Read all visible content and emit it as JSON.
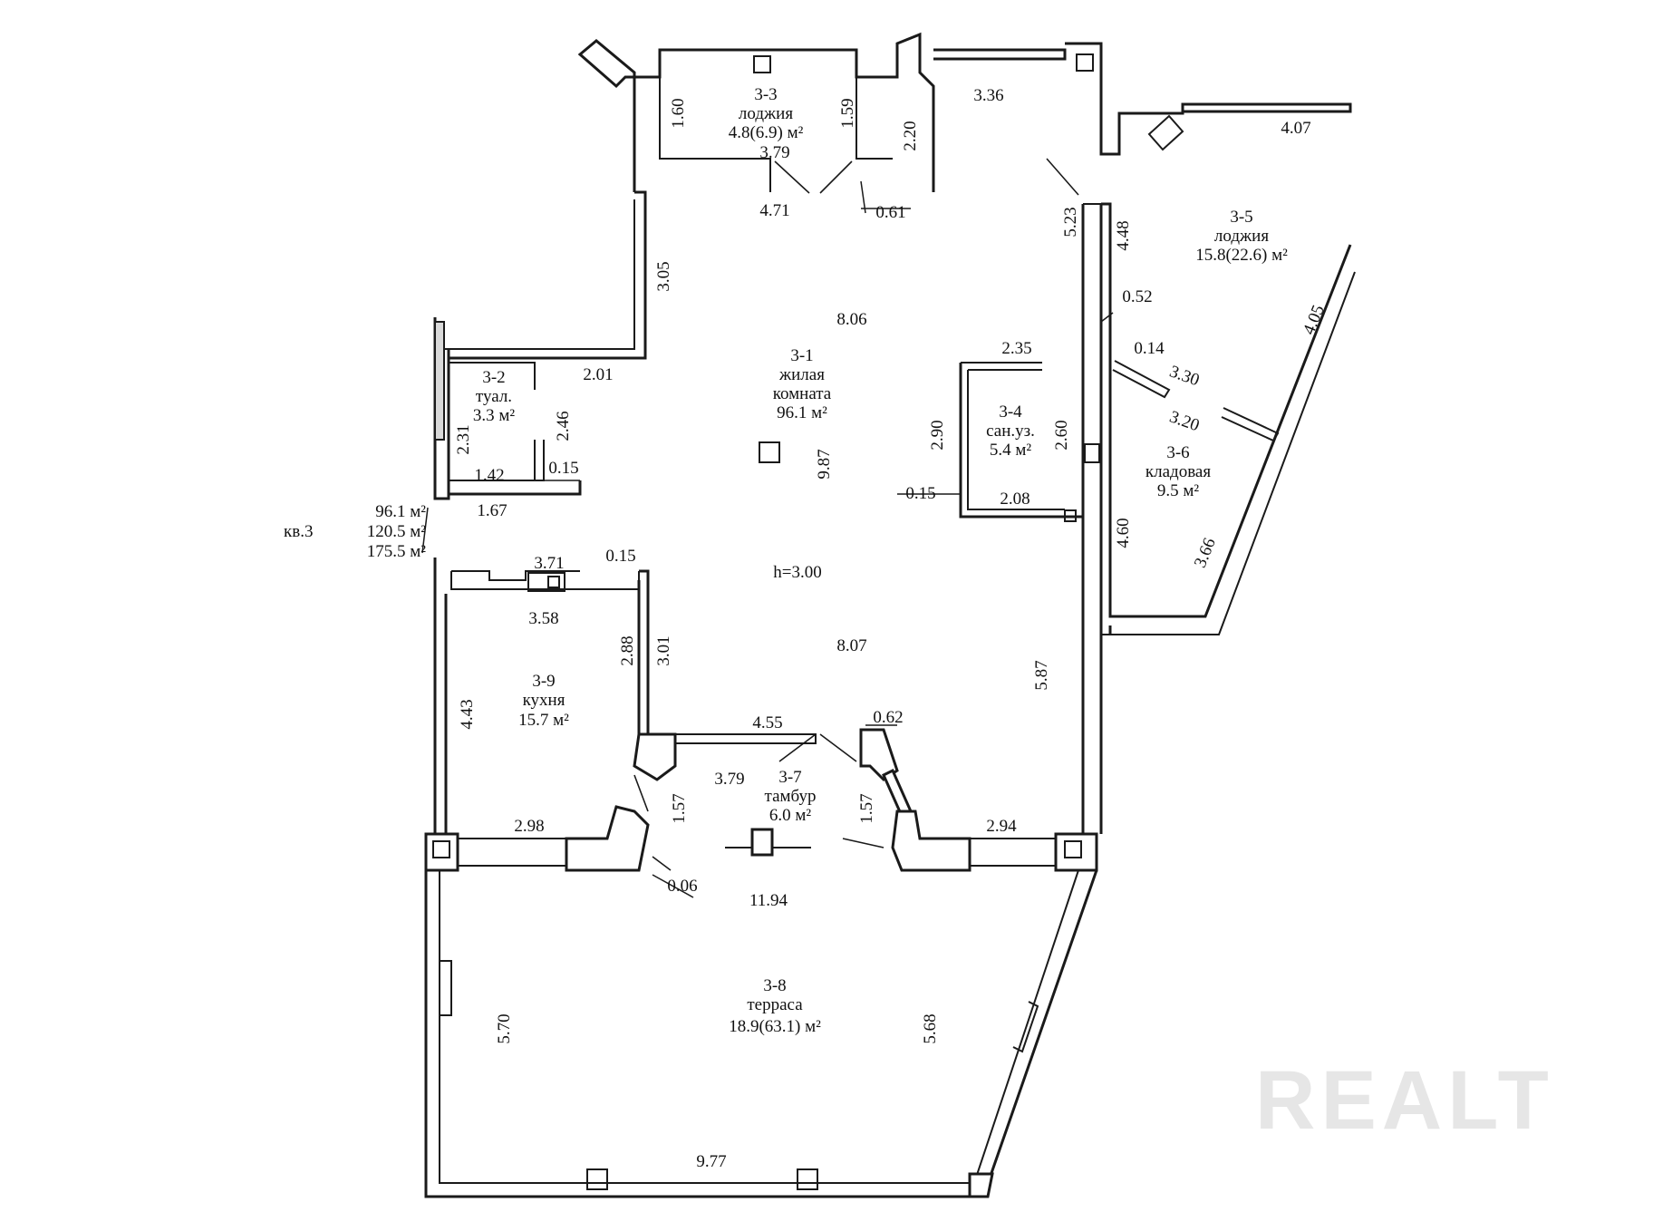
{
  "apartment": {
    "label": "кв.3",
    "area_living": "96.1 м²",
    "area_total": "120.5 м²",
    "area_full": "175.5 м²"
  },
  "ceiling_height": "h=3.00",
  "watermark": "REALT",
  "rooms": {
    "r33": {
      "id": "3-3",
      "name": "лоджия",
      "area": "4.8(6.9) м²"
    },
    "r31": {
      "id": "3-1",
      "name1": "жилая",
      "name2": "комната",
      "area": "96.1 м²"
    },
    "r32": {
      "id": "3-2",
      "name": "туал.",
      "area": "3.3 м²"
    },
    "r34": {
      "id": "3-4",
      "name": "сан.уз.",
      "area": "5.4 м²"
    },
    "r35": {
      "id": "3-5",
      "name": "лоджия",
      "area": "15.8(22.6) м²"
    },
    "r36": {
      "id": "3-6",
      "name": "кладовая",
      "area": "9.5 м²"
    },
    "r37": {
      "id": "3-7",
      "name": "тамбур",
      "area": "6.0 м²"
    },
    "r38": {
      "id": "3-8",
      "name": "терраса",
      "area": "18.9(63.1) м²"
    },
    "r39": {
      "id": "3-9",
      "name": "кухня",
      "area": "15.7 м²"
    }
  },
  "dimensions": {
    "d1_60": "1.60",
    "d1_59": "1.59",
    "d3_79a": "3.79",
    "d4_71": "4.71",
    "d0_61": "0.61",
    "d2_20": "2.20",
    "d3_36": "3.36",
    "d4_07": "4.07",
    "d5_23": "5.23",
    "d4_48": "4.48",
    "d3_05": "3.05",
    "d8_06": "8.06",
    "d0_52": "0.52",
    "d4_05": "4.05",
    "d2_35": "2.35",
    "d0_14": "0.14",
    "d3_30": "3.30",
    "d3_20": "3.20",
    "d2_01": "2.01",
    "d2_46": "2.46",
    "d2_31": "2.31",
    "d1_42": "1.42",
    "d0_15a": "0.15",
    "d1_67": "1.67",
    "d9_87": "9.87",
    "d2_90": "2.90",
    "d2_60": "2.60",
    "d0_15b": "0.15",
    "d2_08": "2.08",
    "d4_60": "4.60",
    "d3_66": "3.66",
    "d3_71": "3.71",
    "d0_15c": "0.15",
    "d3_58": "3.58",
    "d2_88": "2.88",
    "d3_01": "3.01",
    "d8_07": "8.07",
    "d5_87": "5.87",
    "d4_43": "4.43",
    "d4_55": "4.55",
    "d0_62": "0.62",
    "d3_79b": "3.79",
    "d1_57a": "1.57",
    "d1_57b": "1.57",
    "d2_98": "2.98",
    "d2_94": "2.94",
    "d0_06": "0.06",
    "d11_94": "11.94",
    "d5_70": "5.70",
    "d5_68": "5.68",
    "d9_77": "9.77"
  }
}
